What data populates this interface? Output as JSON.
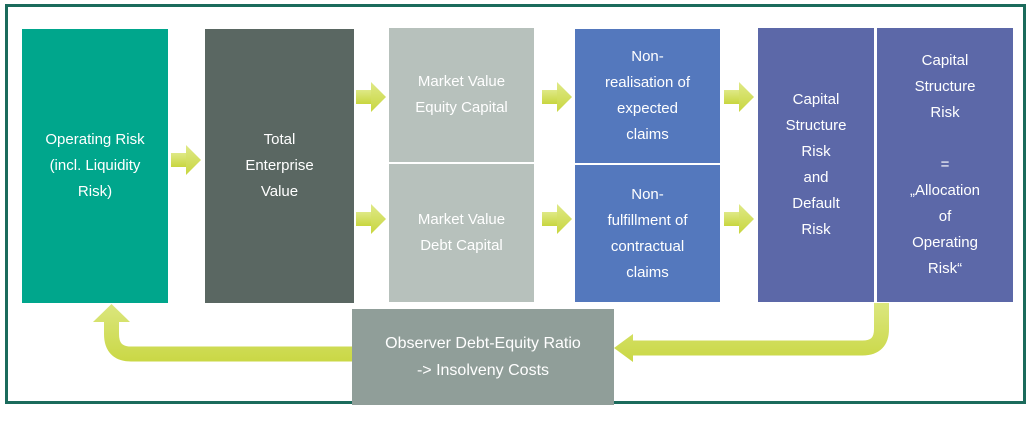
{
  "diagram": {
    "type": "flowchart",
    "colors": {
      "frame_border": "#1b6b5c",
      "operating_risk_box": "#00a68c",
      "total_enterprise_box": "#5a6762",
      "market_value_box": "#b7c1bc",
      "claims_box": "#5478bd",
      "capital_structure_box": "#5c68a8",
      "observer_box": "#909e99",
      "arrow_light": "#dfe987",
      "arrow_dark": "#c8d63f",
      "text": "#ffffff"
    },
    "boxes": {
      "operating_risk": {
        "lines": [
          "Operating Risk",
          "(incl. Liquidity",
          "Risk)"
        ]
      },
      "total_enterprise_value": {
        "lines": [
          "Total",
          "Enterprise",
          "Value"
        ]
      },
      "market_value_equity": {
        "lines": [
          "Market Value",
          "Equity Capital"
        ]
      },
      "market_value_debt": {
        "lines": [
          "Market Value",
          "Debt Capital"
        ]
      },
      "non_realisation": {
        "lines": [
          "Non-",
          "realisation of",
          "expected",
          "claims"
        ]
      },
      "non_fulfillment": {
        "lines": [
          "Non-",
          "fulfillment of",
          "contractual",
          "claims"
        ]
      },
      "capital_structure_default": {
        "lines": [
          "Capital",
          "Structure",
          "Risk",
          "and",
          "Default",
          "Risk"
        ]
      },
      "capital_structure_allocation": {
        "lines": [
          "Capital",
          "Structure",
          "Risk",
          "",
          "=",
          "„Allocation",
          "of",
          "Operating",
          "Risk“"
        ]
      },
      "observer": {
        "lines": [
          "Observer Debt-Equity Ratio",
          "-> Insolveny Costs"
        ]
      }
    }
  }
}
